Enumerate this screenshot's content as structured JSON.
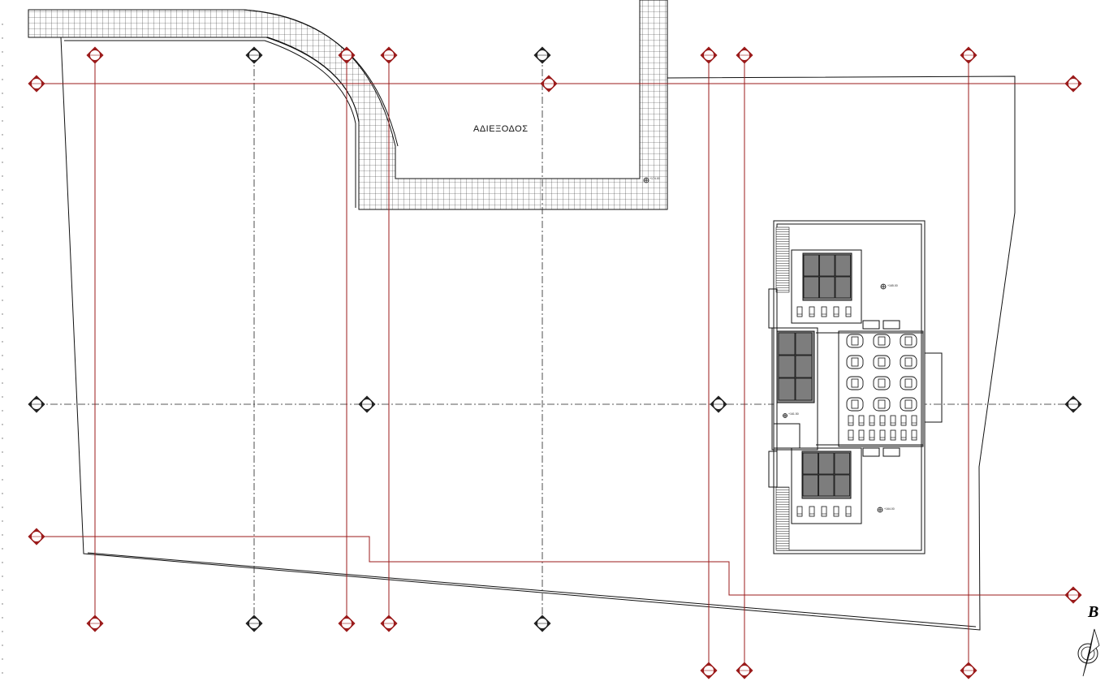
{
  "drawing": {
    "street_label": "ΑΔΙΕΞΟΔΟΣ",
    "north_letter": "B",
    "elevation_top": "+165.00",
    "elevation_bottom": "+164.00",
    "elevation_street": "+174.00",
    "elevation_core": "+161.50"
  },
  "colors": {
    "section_line": "#9b1b1b",
    "grid_line": "#222222",
    "building": "#111111",
    "panel_fill": "#8a8a8a",
    "tile_hatch": "#333333"
  },
  "icons": {
    "section_marker": "section-marker-icon",
    "grid_marker": "grid-marker-icon",
    "north_arrow": "north-arrow-icon",
    "elevation_mark": "elevation-mark-icon"
  }
}
